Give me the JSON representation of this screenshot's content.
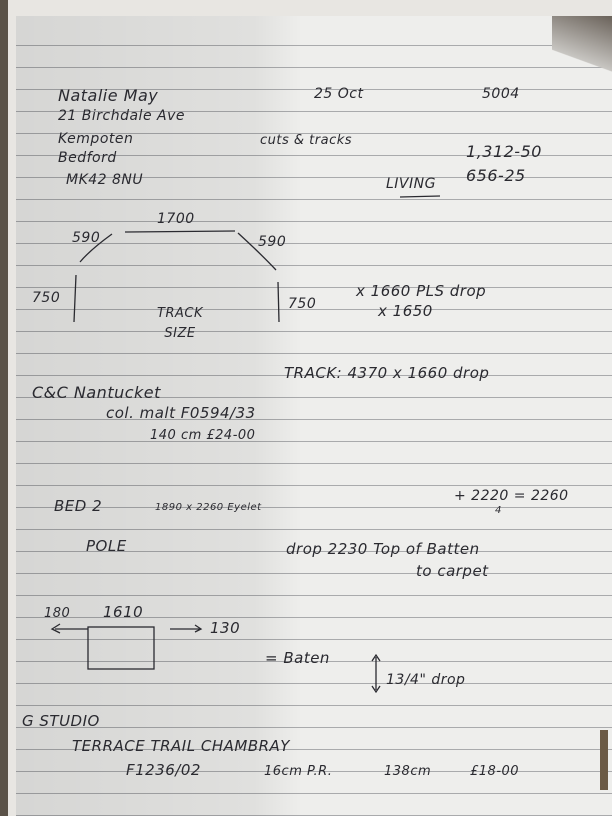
{
  "customer": {
    "name": "Natalie May",
    "address_line1": "21 Birchdale Ave",
    "address_line2": "Kempoten",
    "address_line3": "Bedford",
    "postcode": "MK42 8NU"
  },
  "header": {
    "date": "25 Oct",
    "ref": "5004",
    "job": "cuts & tracks",
    "total": "1,312-50",
    "room": "LIVING",
    "room_amount": "656-25"
  },
  "track_diagram": {
    "top": "1700",
    "left_angle": "590",
    "right_angle": "590",
    "left_side": "750",
    "right_side": "750",
    "label": "TRACK SIZE",
    "drop_note_1": "x 1660 PLS drop",
    "drop_note_2": "x 1650"
  },
  "track_summary": "TRACK: 4370 x 1660 drop",
  "fabric_1": {
    "supplier": "C&C Nantucket",
    "colour": "col. malt F0594/33",
    "price": "140 cm £24-00"
  },
  "bed2": {
    "room": "BED 2",
    "size": "1890 x 2260 Eyelet",
    "calc": "+ 2220 = 2260",
    "calc_sub": "4",
    "pole": "POLE",
    "drop_note": "drop 2230 Top of Batten",
    "drop_note_2": "to carpet"
  },
  "batten_diagram": {
    "left": "180",
    "width": "1610",
    "right": "130",
    "label": "= Baten",
    "drop": "13/4\" drop"
  },
  "fabric_2": {
    "supplier": "G STUDIO",
    "name": "TERRACE TRAIL CHAMBRAY",
    "code": "F1236/02",
    "repeat": "16cm P.R.",
    "width": "138cm",
    "price": "£18-00"
  }
}
